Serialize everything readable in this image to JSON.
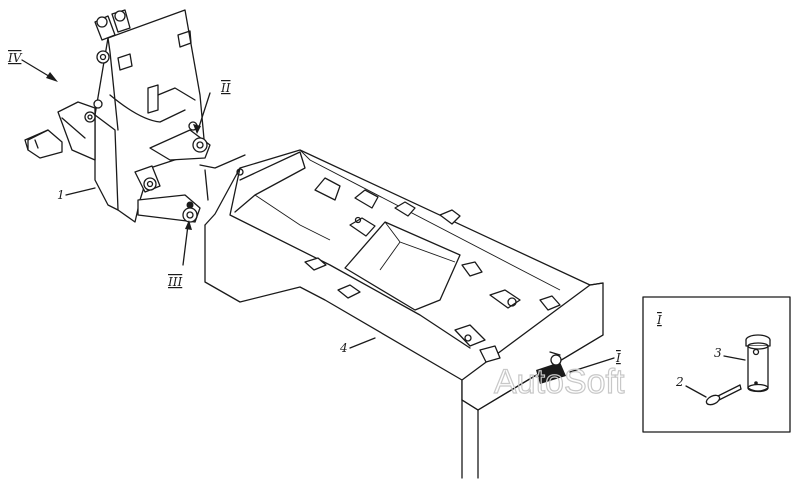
{
  "callouts": {
    "view_iv": "IV",
    "view_ii": "II",
    "view_iii": "III",
    "view_i": "I",
    "part_1": "1",
    "part_4": "4"
  },
  "detail": {
    "title": "I",
    "part_2": "2",
    "part_3": "3"
  },
  "watermark": "AutoSoft"
}
